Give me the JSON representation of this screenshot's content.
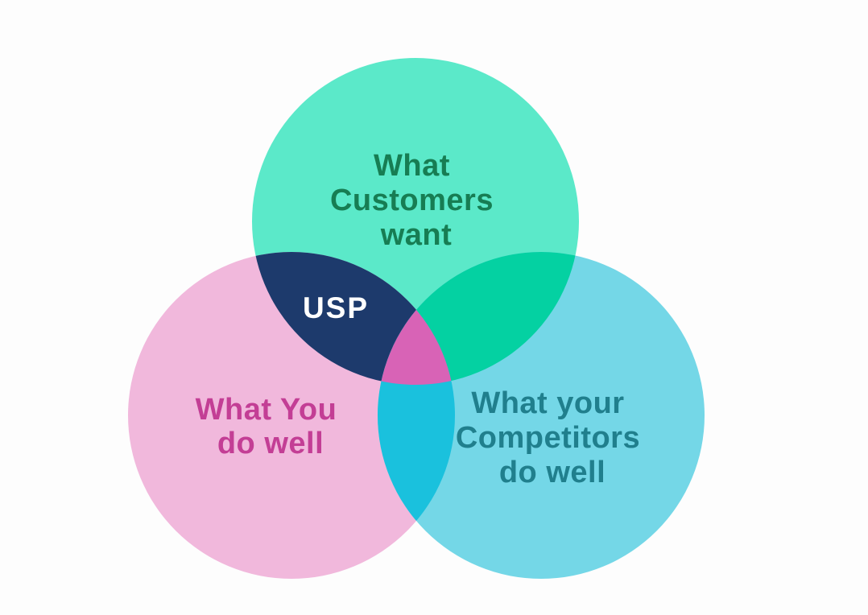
{
  "diagram": {
    "type": "venn-3-circle",
    "background": "#FDFDFD",
    "sets": [
      {
        "name": "customers",
        "lines": [
          "What",
          "Customers",
          "want"
        ],
        "circle_color": "#5BE9C9",
        "label_color": "#177D53"
      },
      {
        "name": "you",
        "lines": [
          "What You",
          "do well"
        ],
        "circle_color": "#F1B8DC",
        "label_color": "#C33E95"
      },
      {
        "name": "competitors",
        "lines": [
          "What your",
          "Competitors",
          "do well"
        ],
        "circle_color": "#74D7E7",
        "label_color": "#207F8D"
      }
    ],
    "overlaps": {
      "customers_you": "#1D3A6C",
      "customers_competitors": "#04D1A2",
      "you_competitors": "#1AC1DD",
      "all_three": "#D863B6"
    },
    "center_label": {
      "text": "USP",
      "color": "#FFFFFF"
    }
  }
}
